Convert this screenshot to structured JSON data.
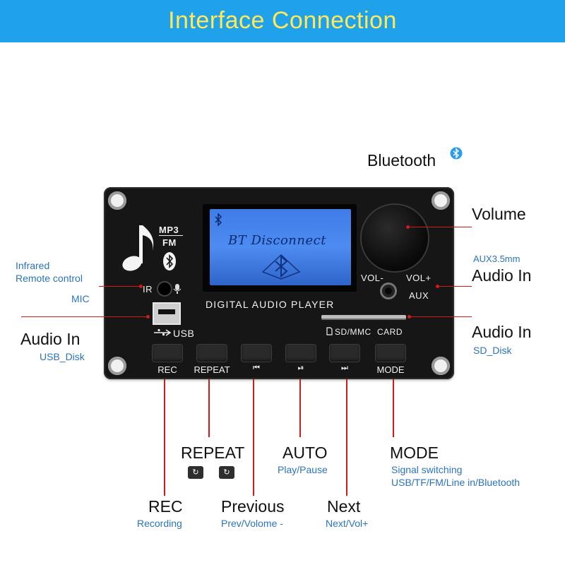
{
  "banner": {
    "title": "Interface  Connection",
    "color": "#1fa2ea"
  },
  "board": {
    "lcd_text": "BT Disconnect",
    "digital_label": "DIGITAL AUDIO PLAYER",
    "mp3": "MP3",
    "fm": "FM",
    "ir": "IR",
    "usb": "USB",
    "vol_minus": "VOL-",
    "vol_plus": "VOL+",
    "aux": "AUX",
    "sd_mmc": "SD/MMC",
    "card": "CARD",
    "buttons": [
      {
        "label": "REC"
      },
      {
        "label": "REPEAT"
      },
      {
        "label": "⏮"
      },
      {
        "label": "⏯"
      },
      {
        "label": "⏭"
      },
      {
        "label": "MODE"
      }
    ]
  },
  "annotations": {
    "bluetooth": "Bluetooth",
    "volume": "Volume",
    "aux_sub": "AUX3.5mm",
    "aux_title": "Audio In",
    "sd_title": "Audio In",
    "sd_sub": "SD_Disk",
    "infrared_line1": "Infrared",
    "infrared_line2": "Remote control",
    "mic": "MIC",
    "usb_title": "Audio In",
    "usb_sub": "USB_Disk",
    "repeat_title": "REPEAT",
    "auto_title": "AUTO",
    "auto_sub": "Play/Pause",
    "mode_title": "MODE",
    "mode_sub1": "Signal switching",
    "mode_sub2": "USB/TF/FM/Line in/Bluetooth",
    "rec_title": "REC",
    "rec_sub": "Recording",
    "prev_title": "Previous",
    "prev_sub": "Prev/Volome -",
    "next_title": "Next",
    "next_sub": "Next/Vol+"
  },
  "icons": [
    "bluetooth-icon",
    "music-note-icon",
    "repeat-all-icon",
    "repeat-one-icon",
    "microphone-icon",
    "usb-icon",
    "sd-card-icon"
  ],
  "colors": {
    "accent_line": "#d21a1a",
    "annotation_blue": "#2b73bf",
    "banner_text": "#ffe85a",
    "lcd_blue": "#4d8cf1"
  }
}
